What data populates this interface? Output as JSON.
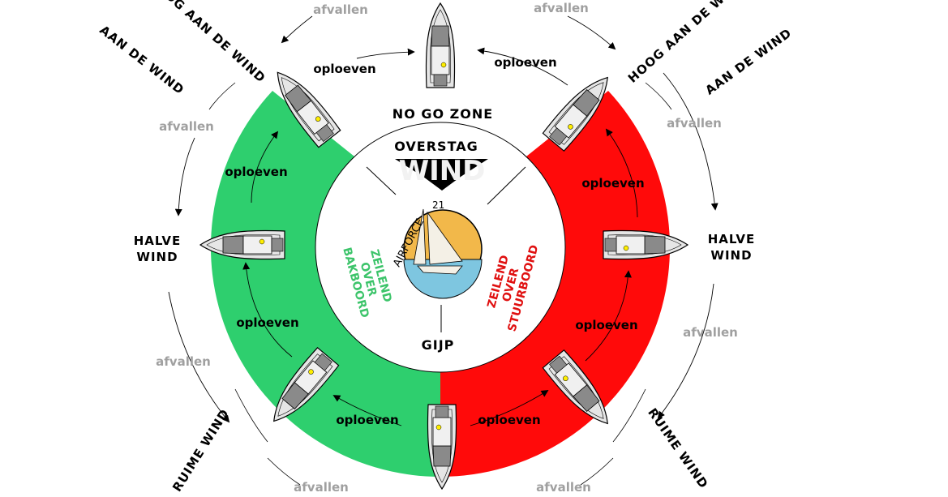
{
  "colors": {
    "port": "#2ecf6e",
    "starboard": "#ff0a0a",
    "afvallen": "#a0a0a0",
    "sky": "#f2b84a",
    "water": "#7ec6e0"
  },
  "points_of_sail": {
    "hoog_aan_de_wind_left": "HOOG AAN DE WIND",
    "aan_de_wind_left": "AAN DE WIND",
    "hoog_aan_de_wind_right": "HOOG AAN DE WIND",
    "aan_de_wind_right": "AAN DE WIND",
    "halve_wind_left_1": "HALVE",
    "halve_wind_left_2": "WIND",
    "halve_wind_right_1": "HALVE",
    "halve_wind_right_2": "WIND",
    "ruime_wind_left": "RUIME WIND",
    "ruime_wind_right": "RUIME WIND"
  },
  "center": {
    "no_go_zone": "NO GO ZONE",
    "overstag": "OVERSTAG",
    "wind": "WIND",
    "gijp": "GIJP",
    "port_tack": [
      "ZEILEND",
      "OVER",
      "BAKBOORD"
    ],
    "starboard_tack": [
      "ZEILEND",
      "OVER",
      "STUURBOORD"
    ],
    "logo_text": "AIRFORCE",
    "logo_number": "21"
  },
  "actions": {
    "afvallen": "afvallen",
    "oploeven": "oploeven"
  }
}
